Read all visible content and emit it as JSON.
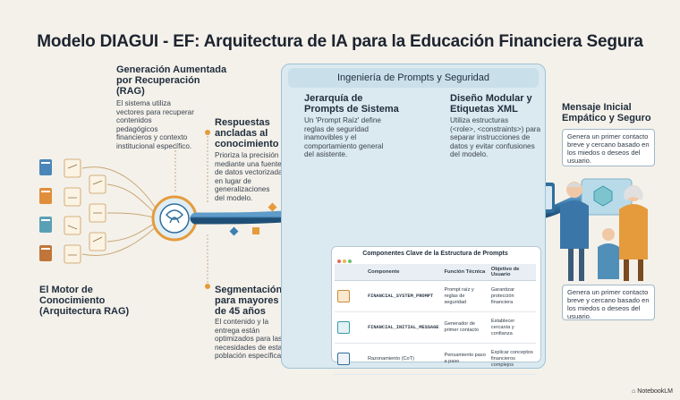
{
  "title": "Modelo DIAGUI - EF: Arquitectura de IA para la Educación Financiera Segura",
  "rag": {
    "heading": [
      "Generación Aumentada",
      "por Recuperación",
      "(RAG)"
    ],
    "body": [
      "El sistema utiliza",
      "vectores para recuperar",
      "contenidos",
      "pedagógicos",
      "financieros y contexto",
      "institucional específico."
    ]
  },
  "anchored": {
    "heading": [
      "Respuestas",
      "ancladas al",
      "conocimiento"
    ],
    "body": [
      "Prioriza la precisión",
      "mediante una fuente",
      "de datos vectorizada",
      "en lugar de",
      "generalizaciones",
      "del modelo."
    ]
  },
  "engine": {
    "heading": [
      "El Motor de",
      "Conocimiento",
      "(Arquitectura RAG)"
    ]
  },
  "segment": {
    "heading": [
      "Segmentación",
      "para mayores",
      "de 45 años"
    ],
    "body": [
      "El contenido y la",
      "entrega están",
      "optimizados para las",
      "necesidades de esta",
      "población específica."
    ]
  },
  "panel": {
    "heading": "Ingeniería de Prompts y Seguridad"
  },
  "hierarchy": {
    "heading": [
      "Jerarquía de",
      "Prompts de Sistema"
    ],
    "body": [
      "Un 'Prompt Raíz' define",
      "reglas de seguridad",
      "inamovibles y el",
      "comportamiento general",
      "del asistente."
    ]
  },
  "modular": {
    "heading": [
      "Diseño Modular y",
      "Etiquetas XML"
    ],
    "body": [
      "Utiliza estructuras",
      "(<role>, <constraints>) para",
      "separar instrucciones de",
      "datos y evitar confusiones",
      "del modelo."
    ]
  },
  "welcome": {
    "heading": [
      "Mensaje Inicial",
      "Empático y Seguro"
    ],
    "callout_top": "Genera un primer contacto breve y cercano basado en los miedos o deseos del usuario.",
    "callout_bottom": "Genera un primer contacto breve y cercano basado en los miedos o deseos del usuario."
  },
  "table": {
    "title": "Componentes Clave de la Estructura de Prompts",
    "headers": [
      "Componente",
      "Función Técnica",
      "Objetivo de Usuario"
    ],
    "rows": [
      {
        "component": "FINANCIAL_SYSTEM_PROMPT",
        "function": "Prompt raíz y reglas de seguridad",
        "objective": "Garantizar protección financiera"
      },
      {
        "component": "FINANCIAL_INITIAL_MESSAGE",
        "function": "Generador de primer contacto",
        "objective": "Establecer cercanía y confianza"
      },
      {
        "component": "Razonamiento (CoT)",
        "function": "Pensamiento paso a paso",
        "objective": "Explicar conceptos financieros complejos"
      }
    ]
  },
  "watermark": "NotebookLM",
  "colors": {
    "background": "#f4f1ea",
    "panel": "#dbe9f0",
    "pipe": "#2f6e9e",
    "accent_orange": "#e59b3c",
    "accent_teal": "#3a9aa8"
  }
}
